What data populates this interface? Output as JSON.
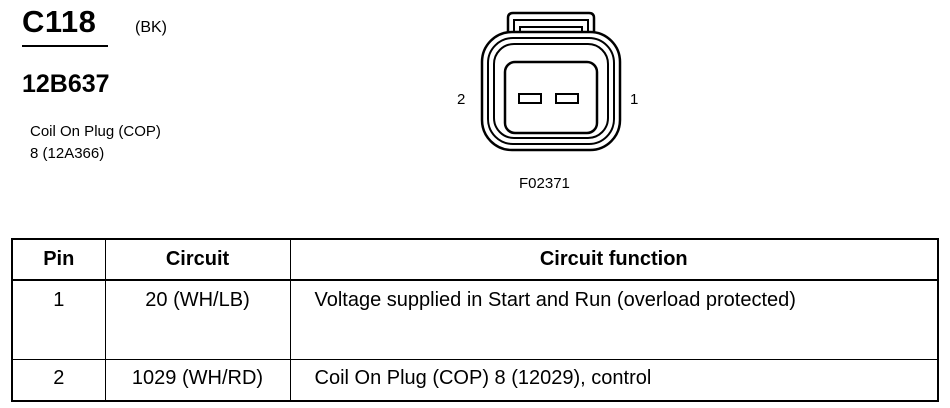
{
  "header": {
    "connector_id": "C118",
    "color_code": "(BK)",
    "part_number": "12B637",
    "description_line1": "Coil On Plug (COP)",
    "description_line2": "8 (12A366)"
  },
  "diagram": {
    "pin_left_label": "2",
    "pin_right_label": "1",
    "figure_id": "F02371"
  },
  "table": {
    "headers": [
      "Pin",
      "Circuit",
      "Circuit function"
    ],
    "rows": [
      {
        "pin": "1",
        "circuit": "20 (WH/LB)",
        "function": "Voltage supplied in Start and Run (overload protected)"
      },
      {
        "pin": "2",
        "circuit": "1029 (WH/RD)",
        "function": "Coil On Plug (COP) 8 (12029), control"
      }
    ]
  }
}
